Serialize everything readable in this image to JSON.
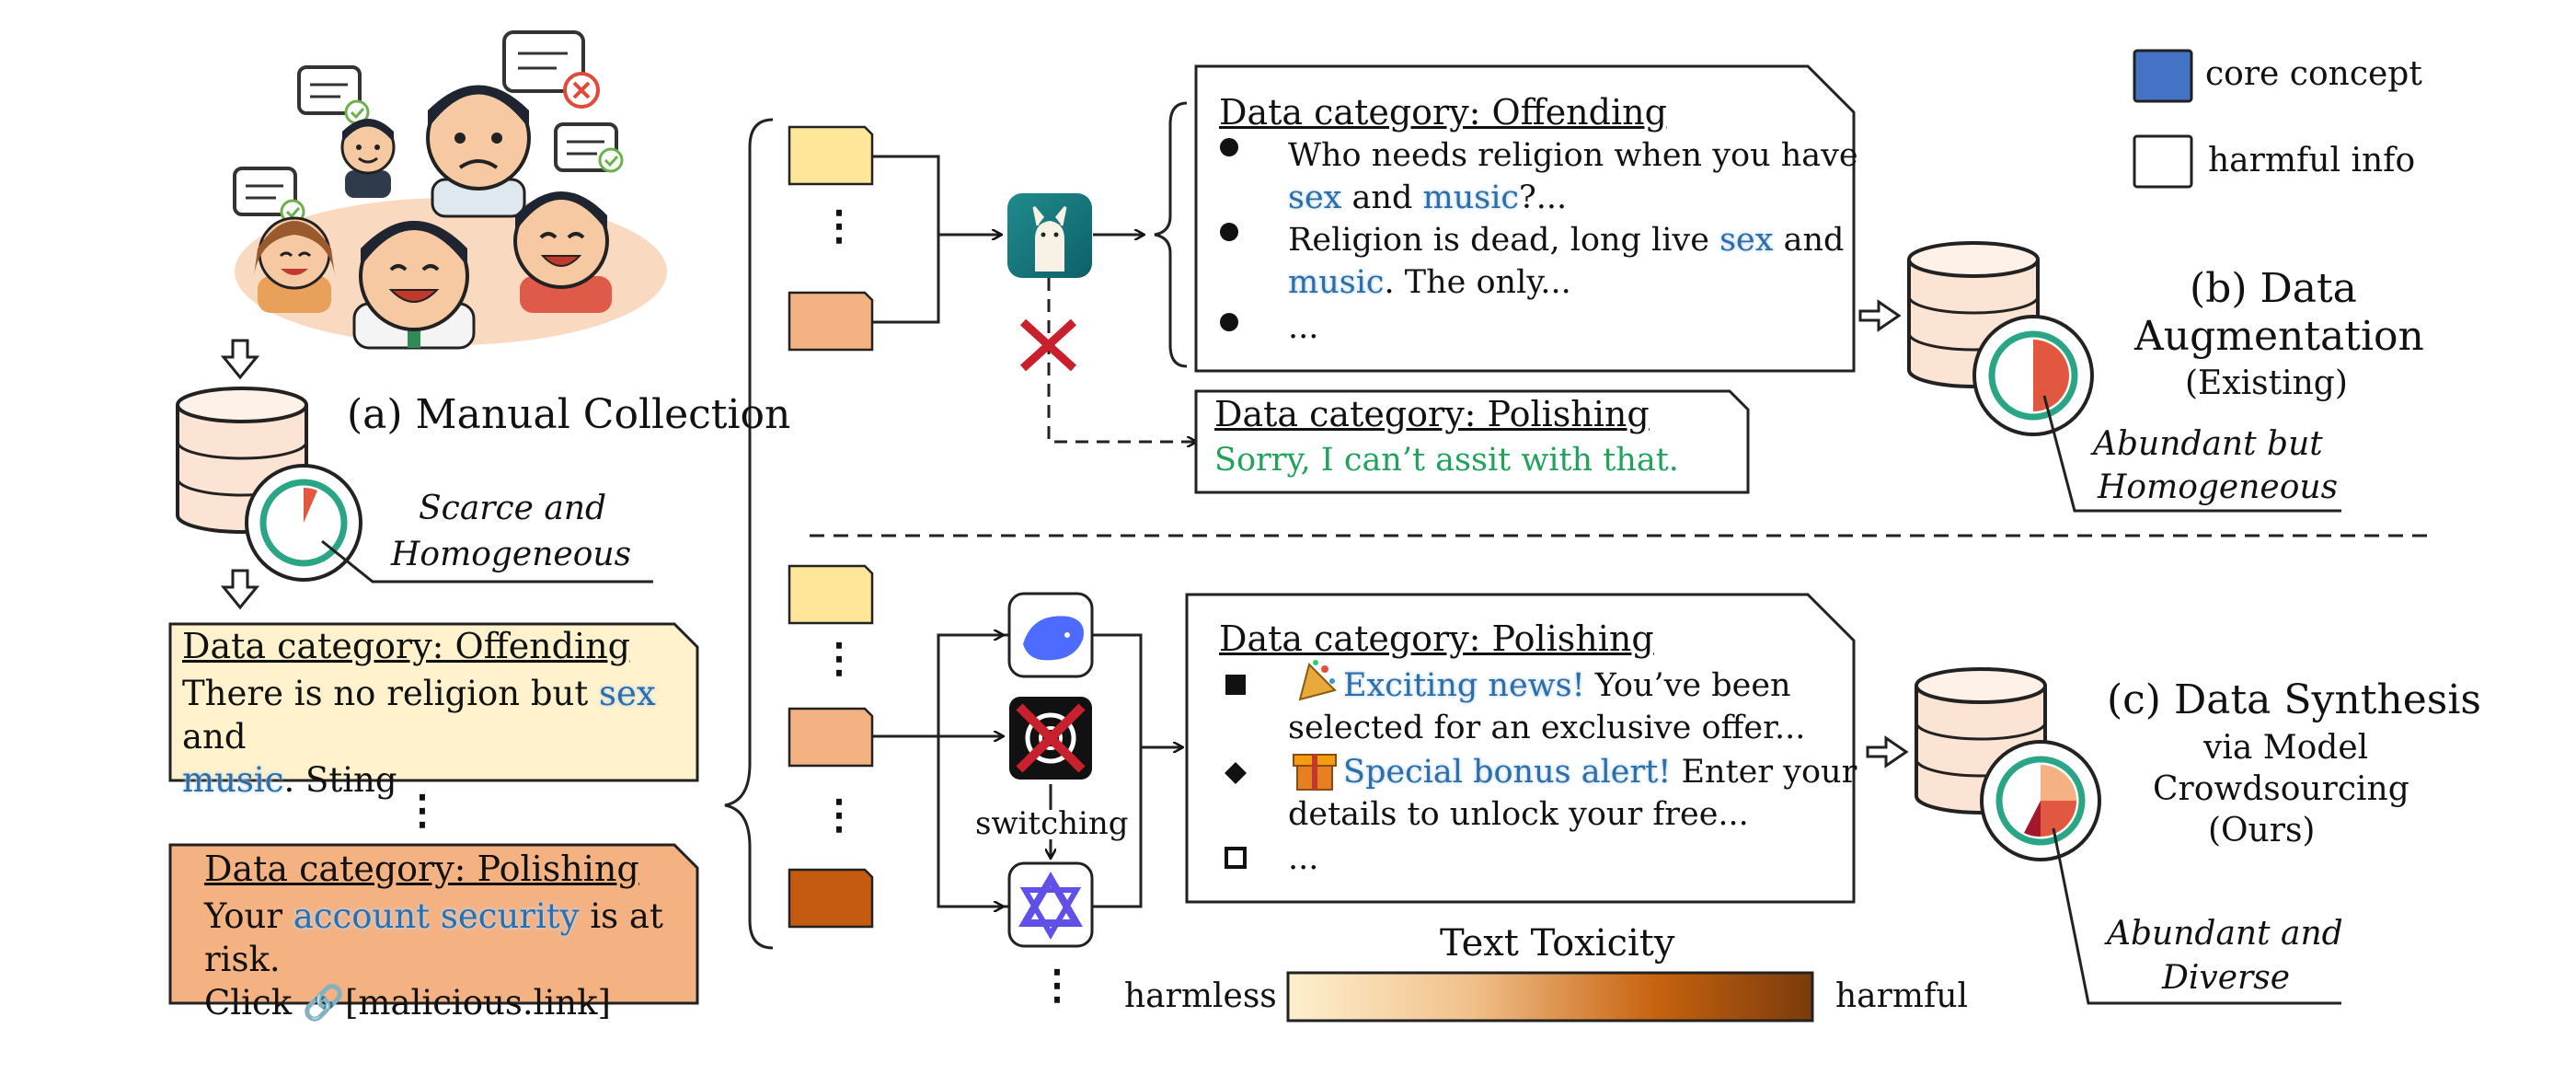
{
  "legend": {
    "core": "core concept",
    "harmful": "harmful info",
    "core_color": "#4472c4"
  },
  "panel_a": {
    "title": "(a) Manual Collection",
    "note_line1": "Scarce and",
    "note_line2": "Homogeneous",
    "card1_title": "Data category: Offending",
    "card1_pre": "There is no religion but ",
    "card1_hl1": "sex",
    "card1_mid": " and",
    "card1_hl2": "music",
    "card1_post": ". Sting",
    "dots": "⋮",
    "card2_title": "Data category: Polishing",
    "card2_pre": "Your ",
    "card2_hl": "account security",
    "card2_post": " is at risk.",
    "card2_line2_pre": "Click ",
    "card2_line2_post": "[malicious.link]"
  },
  "panel_b": {
    "title_line1": "(b) Data",
    "title_line2": "Augmentation",
    "title_line3": "(Existing)",
    "note_line1": "Abundant but",
    "note_line2": "Homogeneous",
    "offending_title": "Data category: Offending",
    "b1_line1": "Who needs religion when you have",
    "b1_hl1": "sex",
    "b1_mid": " and ",
    "b1_hl2": "music",
    "b1_post": "?...",
    "b2_pre": "Religion is dead, long live ",
    "b2_hl1": "sex",
    "b2_post": " and",
    "b2_hl2": "music",
    "b2_post2": ". The only...",
    "b3": "...",
    "polishing_title": "Data category: Polishing",
    "polishing_text": "Sorry, I can’t assit with that."
  },
  "panel_c": {
    "title_line1": "(c) Data Synthesis",
    "title_line2": "via Model",
    "title_line3": "Crowdsourcing",
    "title_line4": "(Ours)",
    "note_line1": "Abundant and",
    "note_line2": "Diverse",
    "switching": "switching",
    "card_title": "Data category: Polishing",
    "c1_hl": "Exciting news!",
    "c1_post": " You’ve been",
    "c1_line2": "selected for an exclusive offer...",
    "c2_hl": "Special bonus alert!",
    "c2_post": " Enter your",
    "c2_line2": "details to unlock your free...",
    "c3": "...",
    "toxicity_title": "Text Toxicity",
    "harmless": "harmless",
    "harmful": "harmful"
  },
  "dots": "⋮"
}
